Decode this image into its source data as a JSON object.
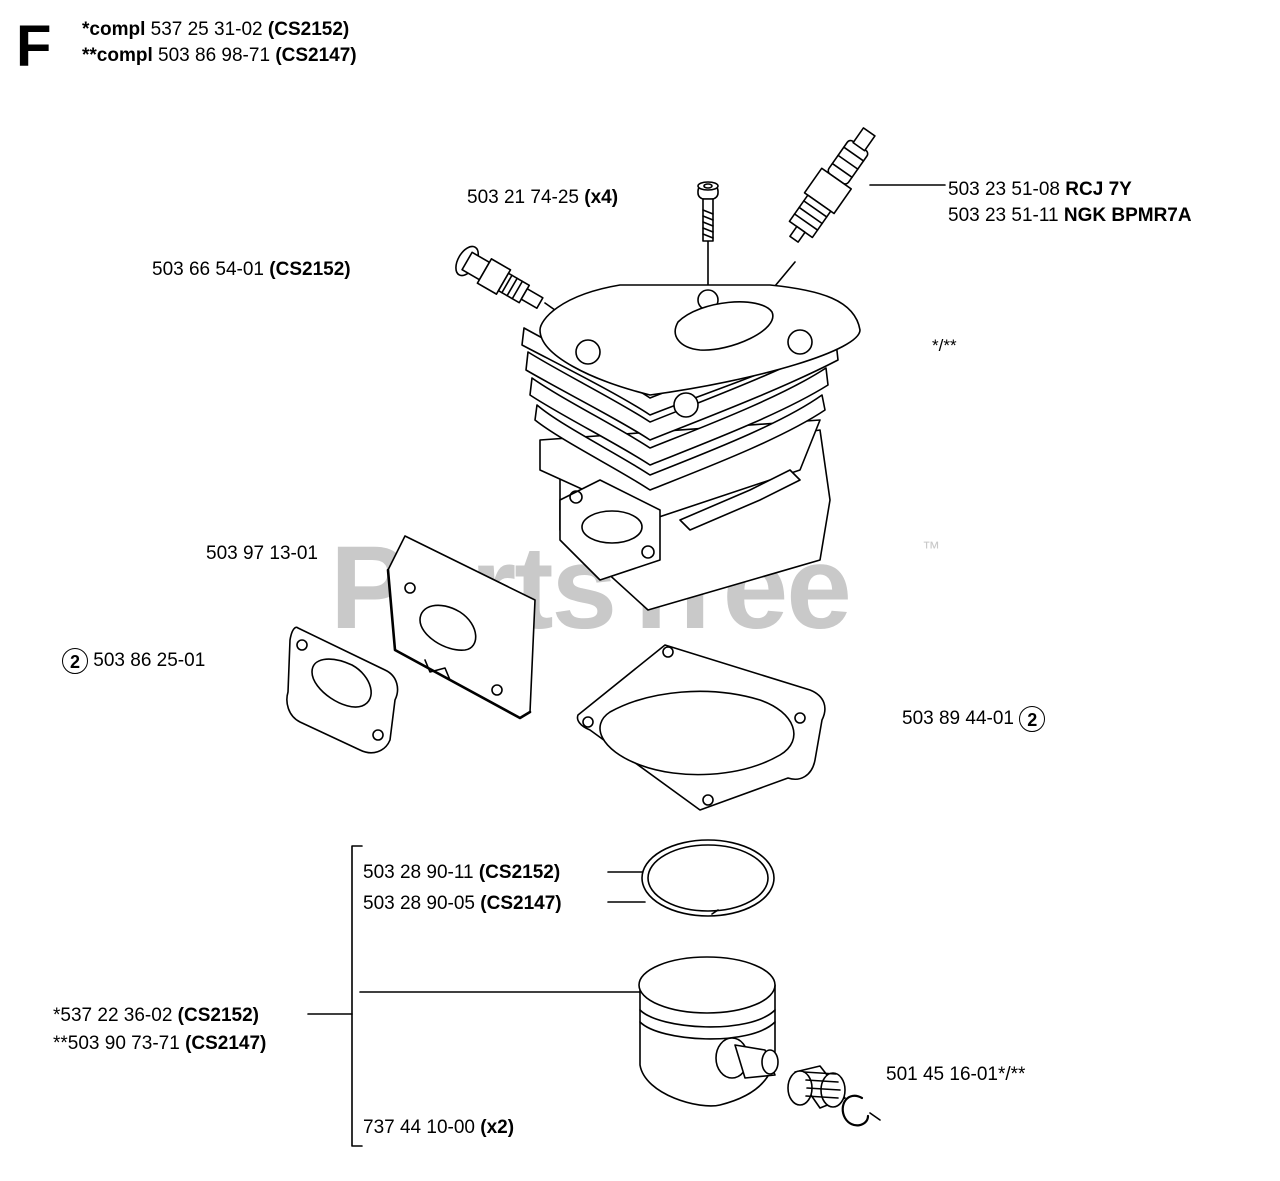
{
  "section_letter": "F",
  "header": [
    {
      "prefix": "*compl",
      "number": "537 25 31-02",
      "model": "(CS2152)"
    },
    {
      "prefix": "**compl",
      "number": "503 86 98-71",
      "model": "(CS2147)"
    }
  ],
  "watermark": {
    "text": "PartsTree",
    "trademark": "™"
  },
  "parts": {
    "screw": {
      "number": "503 21 74-25",
      "qty": "(x4)"
    },
    "spark_plug_1": {
      "number": "503 23 51-08",
      "type": "RCJ 7Y"
    },
    "spark_plug_2": {
      "number": "503 23 51-11",
      "type": "NGK BPMR7A"
    },
    "decomp_valve": {
      "number": "503 66 54-01",
      "model": "(CS2152)"
    },
    "cylinder_note": {
      "text": "*/**"
    },
    "plate": {
      "number": "503 97 13-01"
    },
    "exhaust_gasket": {
      "ref": "2",
      "number": "503 86 25-01"
    },
    "base_gasket": {
      "number": "503 89 44-01",
      "ref": "2"
    },
    "ring_1": {
      "number": "503 28 90-11",
      "model": "(CS2152)"
    },
    "ring_2": {
      "number": "503 28 90-05",
      "model": "(CS2147)"
    },
    "piston_1": {
      "number": "*537 22 36-02",
      "model": "(CS2152)"
    },
    "piston_2": {
      "number": "**503 90 73-71",
      "model": "(CS2147)"
    },
    "pin_bearing": {
      "number": "501 45 16-01*/**"
    },
    "circlip": {
      "number": "737 44 10-00",
      "qty": "(x2)"
    }
  }
}
